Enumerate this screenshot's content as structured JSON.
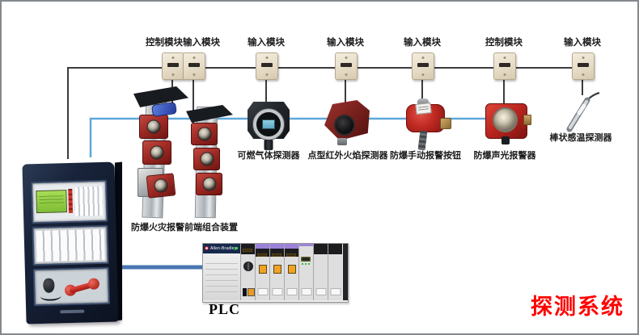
{
  "module_labels": [
    "控制模块输入模块",
    "输入模块",
    "输入模块",
    "输入模块",
    "控制模块",
    "输入模块"
  ],
  "device_labels": {
    "front_end_cluster": "防爆火灾报警前端组合装置",
    "gas_detector": "可燃气体探测器",
    "flame_detector": "点型红外火焰探测器",
    "manual_call_point": "防爆手动报警按钮",
    "sound_light_alarm": "防爆声光报警器",
    "rod_temp_detector": "棒状感温探测器"
  },
  "plc": {
    "label": "PLC",
    "brand": "Allen-Bradley"
  },
  "system_title": {
    "text": "探测系统",
    "color": "#ff0000"
  },
  "wiring_colors": {
    "signal_bus": "#3c3c3c",
    "device_line": "#5fa8da",
    "panel_plc_link": "#4a77b2"
  }
}
